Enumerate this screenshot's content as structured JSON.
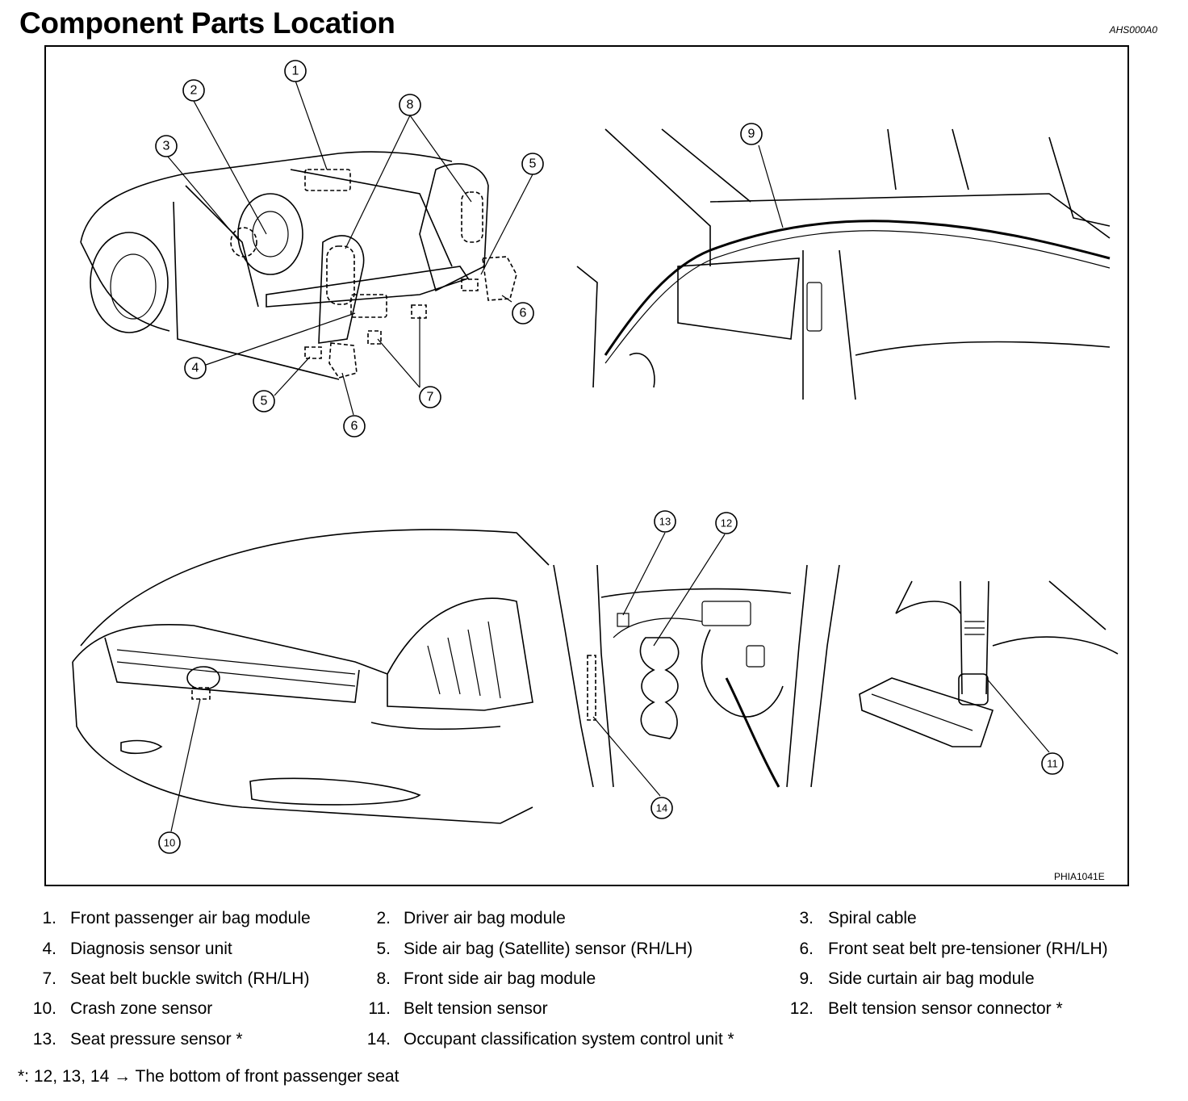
{
  "title": "Component Parts Location",
  "code_top": "AHS000A0",
  "code_bottom": "PHIA1041E",
  "callouts": [
    "1",
    "2",
    "3",
    "4",
    "5",
    "6",
    "7",
    "8",
    "9",
    "10",
    "11",
    "12",
    "13",
    "14"
  ],
  "legend": [
    {
      "num": "1.",
      "text": "Front passenger air bag module"
    },
    {
      "num": "2.",
      "text": "Driver air bag module"
    },
    {
      "num": "3.",
      "text": "Spiral cable"
    },
    {
      "num": "4.",
      "text": "Diagnosis sensor unit"
    },
    {
      "num": "5.",
      "text": "Side air bag (Satellite) sensor (RH/LH)"
    },
    {
      "num": "6.",
      "text": "Front seat belt pre-tensioner (RH/LH)"
    },
    {
      "num": "7.",
      "text": "Seat belt buckle switch (RH/LH)"
    },
    {
      "num": "8.",
      "text": "Front side air bag module"
    },
    {
      "num": "9.",
      "text": "Side curtain air bag module"
    },
    {
      "num": "10.",
      "text": "Crash zone sensor"
    },
    {
      "num": "11.",
      "text": "Belt tension sensor"
    },
    {
      "num": "12.",
      "text": "Belt tension sensor connector *"
    },
    {
      "num": "13.",
      "text": "Seat pressure sensor *"
    },
    {
      "num": "14.",
      "text": "Occupant classification system control unit *"
    }
  ],
  "footnote": "*: 12, 13, 14 → The bottom of front passenger seat"
}
